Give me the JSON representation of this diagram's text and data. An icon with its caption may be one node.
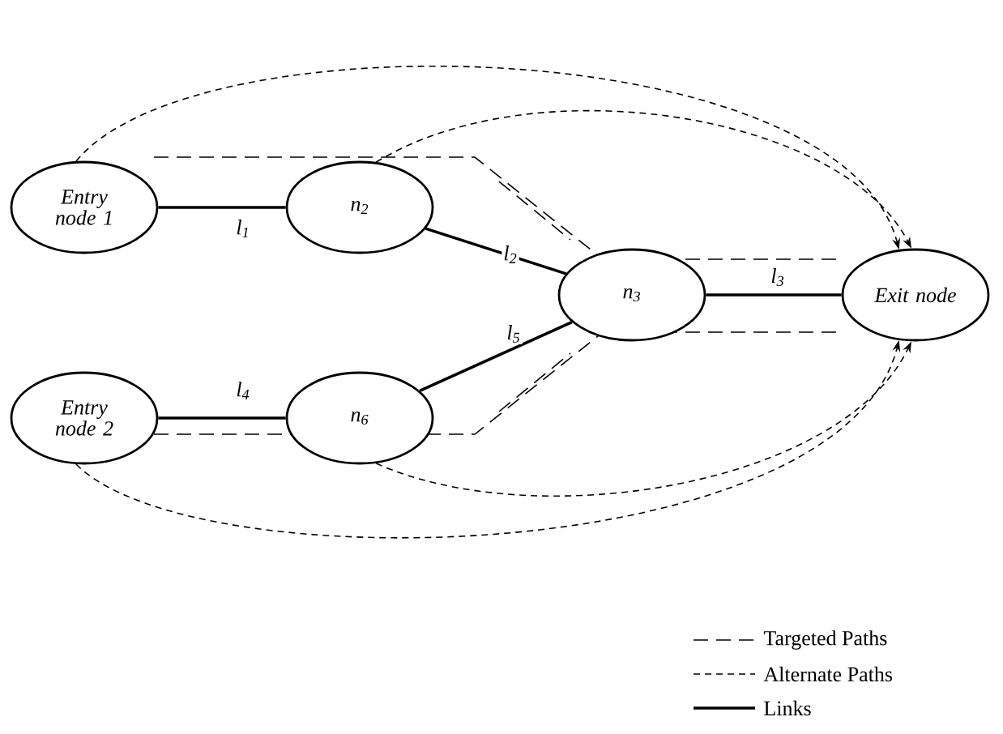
{
  "diagram": {
    "nodes": [
      {
        "text": [
          "Entry node 1"
        ]
      },
      {
        "text": [
          "n$_{2}$"
        ]
      },
      {
        "text": [
          "n$_{3}$"
        ]
      },
      {
        "text": [
          "Exit node"
        ]
      },
      {
        "text": [
          "Entry node 2"
        ]
      },
      {
        "text": [
          "n$_{6}$"
        ]
      }
    ],
    "edges": [
      {
        "from": 0,
        "to": 1,
        "arrow": "none",
        "label": "l$_{1}$"
      },
      {
        "from": 1,
        "to": 2,
        "arrow": "none",
        "label": "l$_{2}$"
      },
      {
        "from": 2,
        "to": 3,
        "arrow": "none",
        "label": "l$_{3}$"
      },
      {
        "from": 4,
        "to": 5,
        "arrow": "none",
        "label": "l$_{4}$"
      },
      {
        "from": 5,
        "to": 2,
        "arrow": "none",
        "label": "l$_{5}$"
      },
      {
        "from": 0,
        "to": 3,
        "arrow": "to",
        "style": "dashed"
      },
      {
        "from": 1,
        "to": 3,
        "arrow": "to",
        "style": "dashed"
      },
      {
        "from": 4,
        "to": 3,
        "arrow": "to",
        "style": "dashed"
      },
      {
        "from": 5,
        "to": 3,
        "arrow": "to",
        "style": "dashed"
      }
    ],
    "legend": [
      {
        "text": "Targeted Paths"
      },
      {
        "text": "Alternate Paths"
      },
      {
        "text": "Links"
      }
    ]
  }
}
